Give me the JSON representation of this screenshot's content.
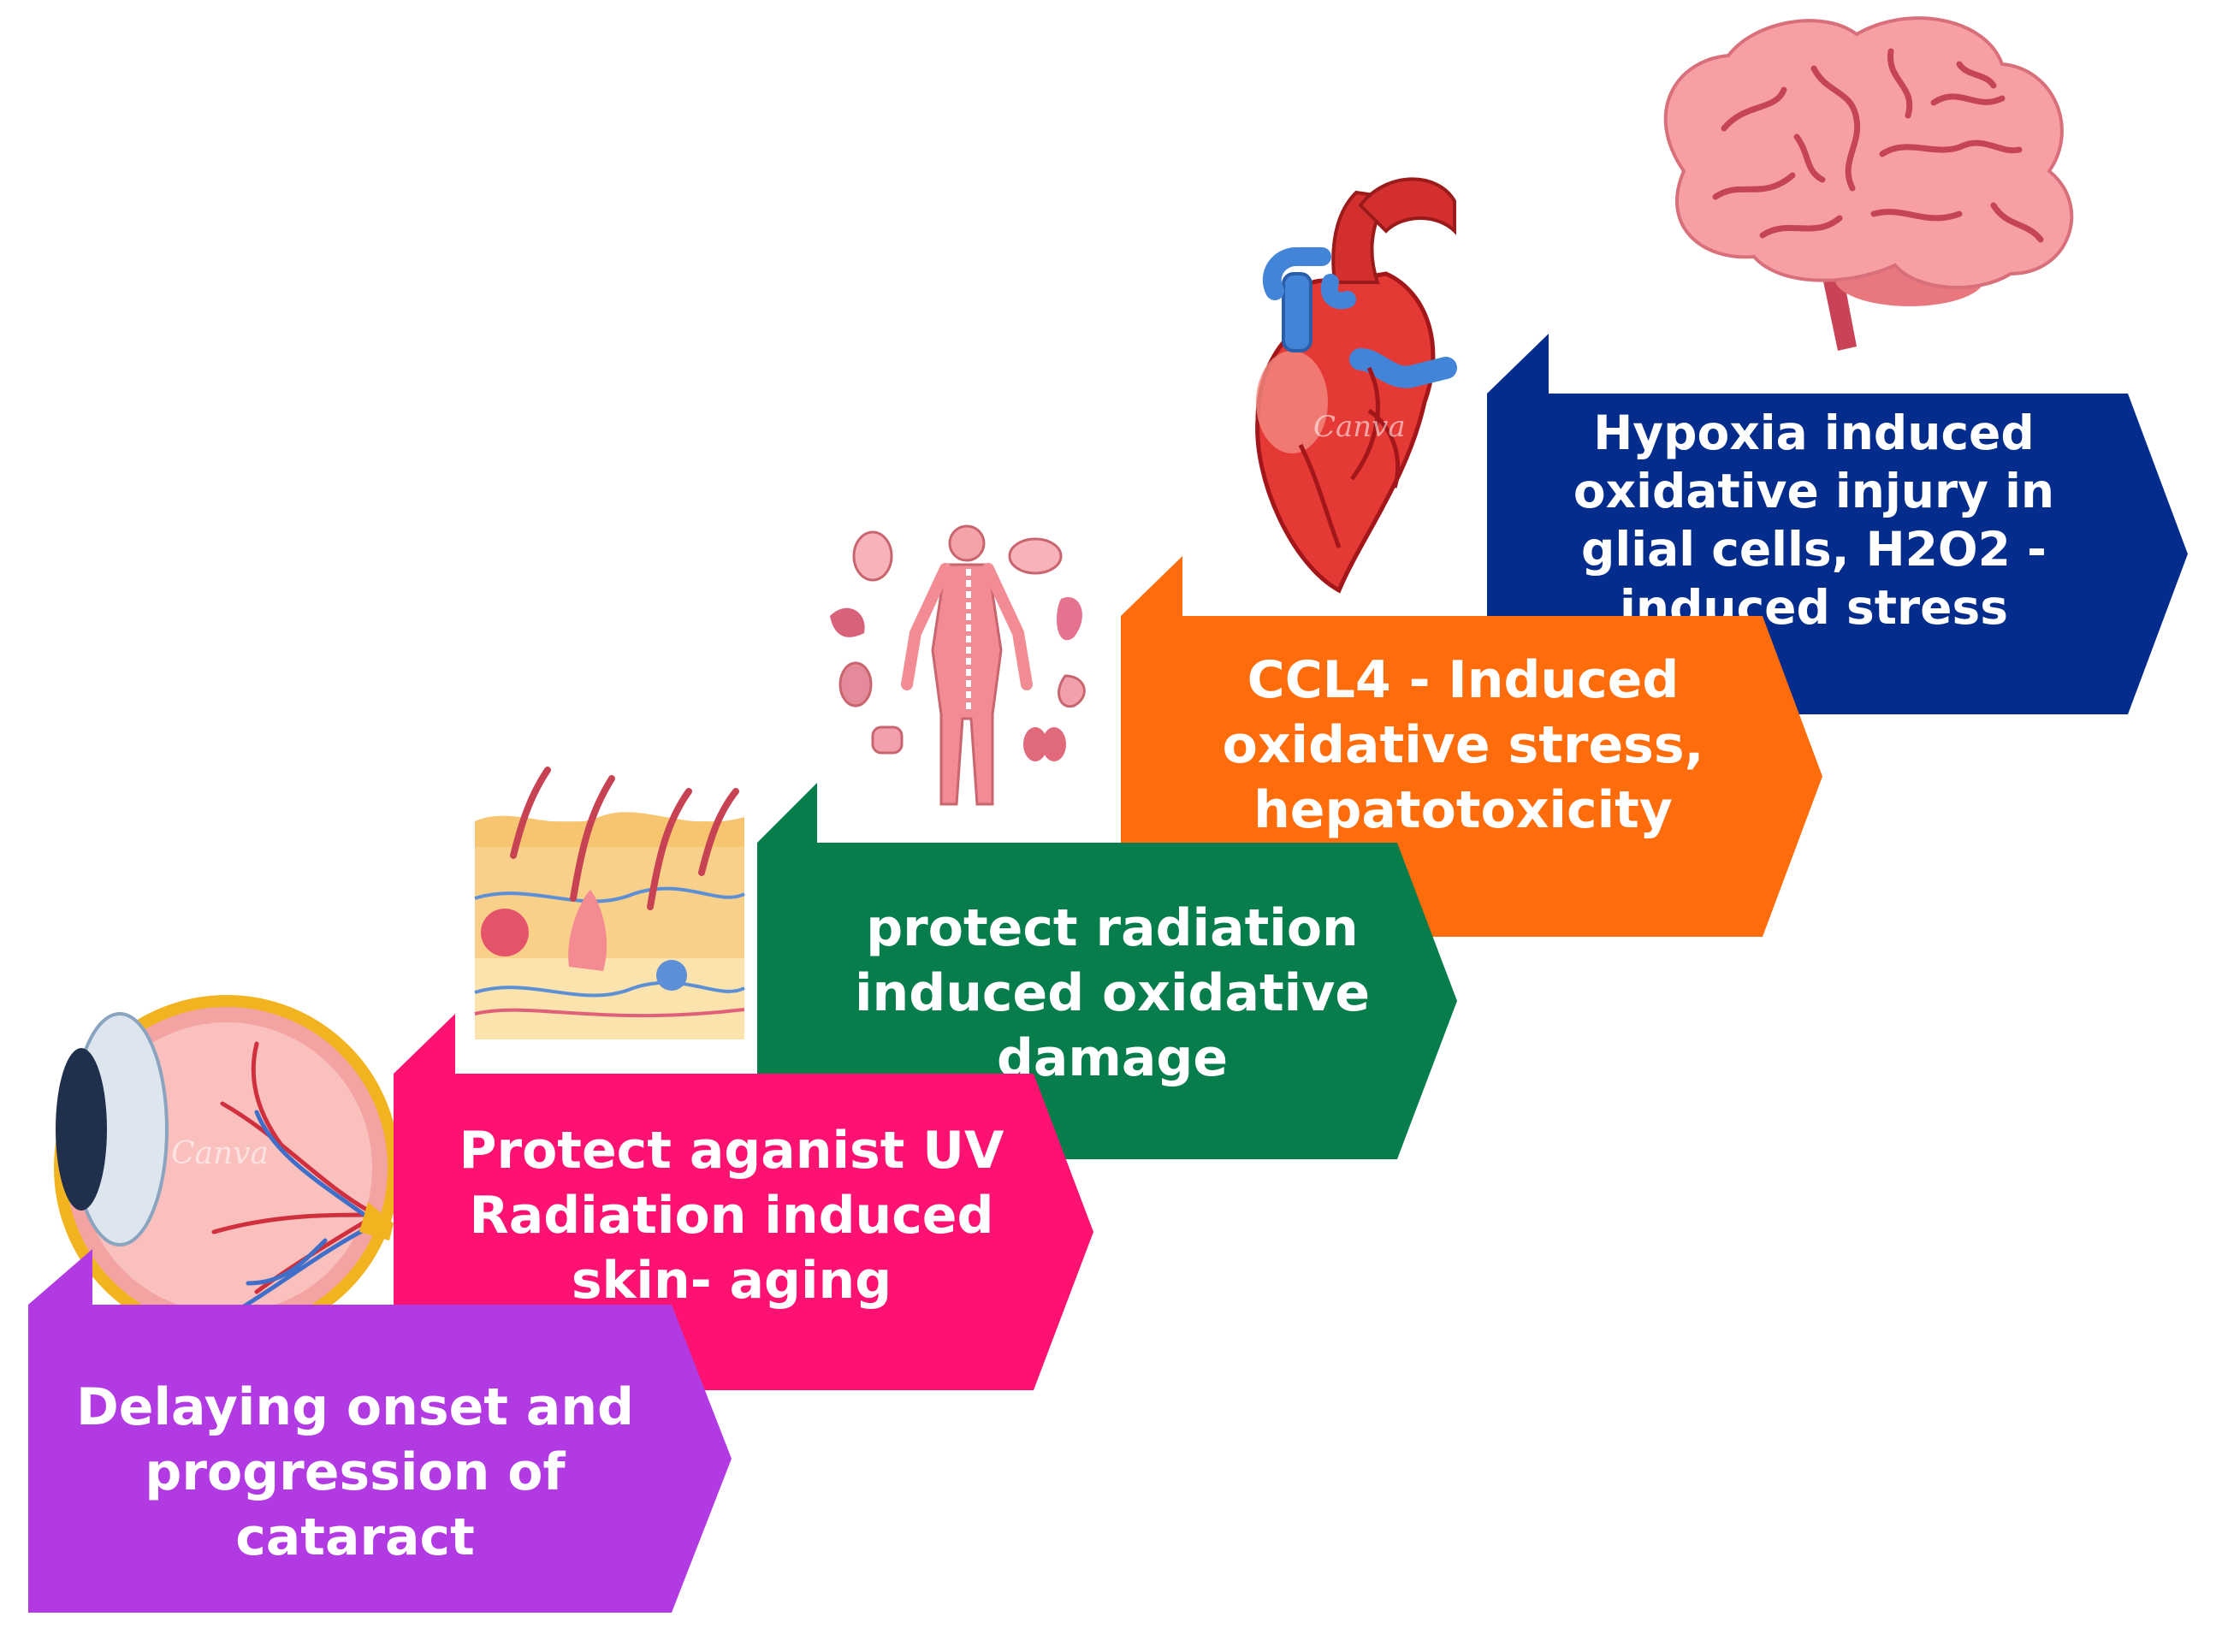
{
  "steps": [
    {
      "color": "#b13ae3",
      "lines": [
        "Delaying onset and",
        "progression of",
        "cataract"
      ],
      "icon": "eye-icon"
    },
    {
      "color": "#fe1271",
      "lines": [
        "Protect aganist UV",
        "Radiation induced",
        "skin- aging"
      ],
      "icon": "skin-layers-icon"
    },
    {
      "color": "#077d4c",
      "lines": [
        "protect radiation",
        "induced oxidative",
        "damage"
      ],
      "icon": "human-body-organs-icon"
    },
    {
      "color": "#fe6c0c",
      "lines": [
        "CCL4 - Induced",
        "oxidative stress,",
        "hepatotoxicity"
      ],
      "icon": "heart-icon"
    },
    {
      "color": "#032c8c",
      "lines": [
        "Hypoxia induced",
        "oxidative injury in",
        "glial cells, H2O2 -",
        "induced stress"
      ],
      "icon": "brain-icon"
    }
  ],
  "watermark": "Canva"
}
